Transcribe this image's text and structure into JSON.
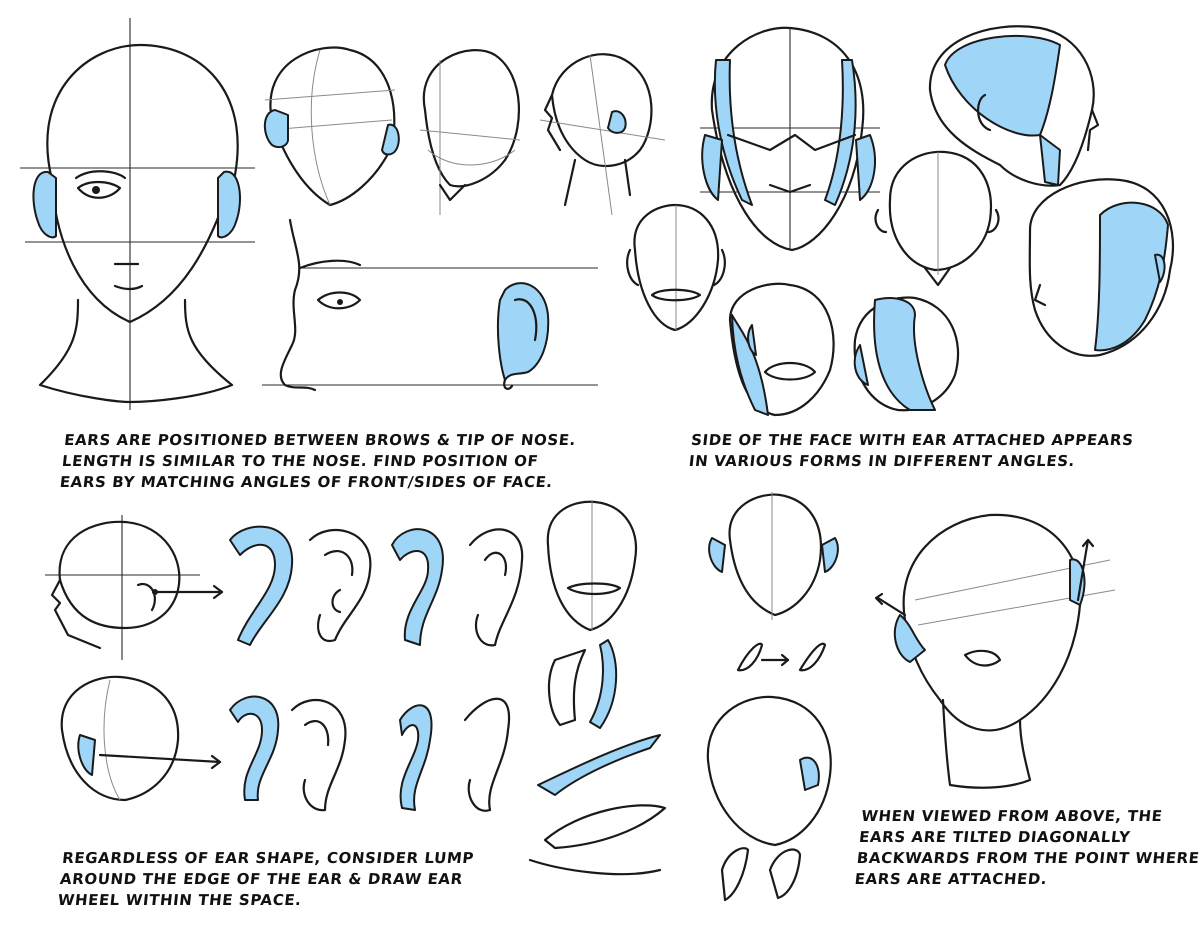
{
  "sheet": {
    "background_color": "#ffffff",
    "ink_color": "#1a1a1a",
    "highlight_color": "#9fd5f7"
  },
  "notes": {
    "placement": [
      "EARS ARE POSITIONED BETWEEN BROWS & TIP OF NOSE.",
      "LENGTH IS SIMILAR TO THE NOSE. FIND POSITION OF",
      "EARS BY MATCHING ANGLES OF FRONT/SIDES OF FACE."
    ],
    "side_of_face": [
      "SIDE OF THE FACE WITH EAR ATTACHED APPEARS",
      "IN VARIOUS FORMS IN DIFFERENT ANGLES."
    ],
    "ear_shape": [
      "REGARDLESS OF EAR SHAPE, CONSIDER LUMP",
      "AROUND THE EDGE OF THE EAR & DRAW EAR",
      "WHEEL WITHIN THE SPACE."
    ],
    "from_above": [
      "WHEN VIEWED FROM ABOVE, THE",
      "EARS ARE TILTED DIAGONALLY",
      "BACKWARDS FROM THE POINT WHERE",
      "EARS ARE ATTACHED."
    ]
  }
}
